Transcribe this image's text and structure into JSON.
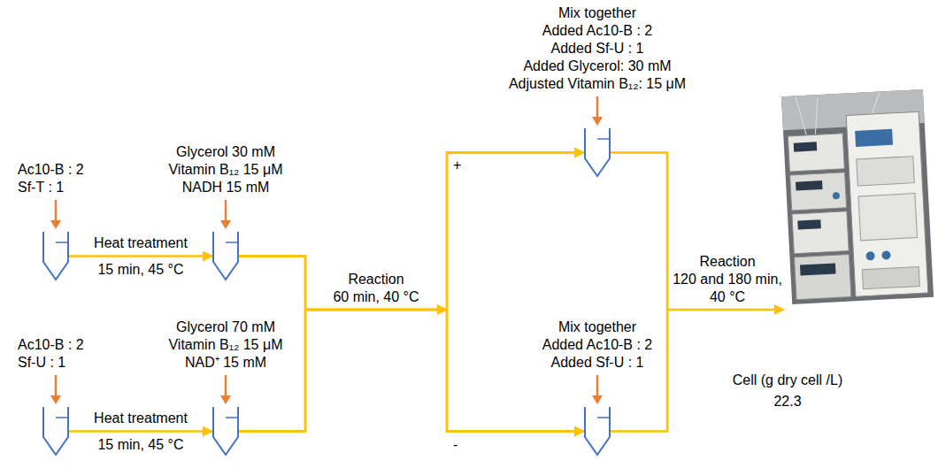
{
  "diagram": {
    "nodes": [
      {
        "text": [
          "Ac10-B : 2 Sf-T : 1"
        ]
      },
      {
        "text": [
          "Glycerol 30 mM Vitamin B₁₂ 15 μM NADH 15 mM"
        ]
      },
      {
        "text": [
          "Ac10-B : 2 Sf-U : 1"
        ]
      },
      {
        "text": [
          "Glycerol 70 mM Vitamin B₁₂ 15 μM NAD⁺ 15 mM"
        ]
      },
      {
        "text": [
          "Mix together Added Ac10-B : 2 Added Sf-U : 1 Added Glycerol: 30 mM Adjusted Vitamin B₁₂: 15 μM"
        ]
      },
      {
        "text": [
          "Mix together Added Ac10-B : 2 Added Sf-U : 1"
        ]
      }
    ],
    "edges": [
      {
        "from": 0,
        "to": 1,
        "arrow": "to",
        "label": "Heat treatment 15 min, 45 °C"
      },
      {
        "from": 2,
        "to": 3,
        "arrow": "to",
        "label": "Heat treatment 15 min, 45 °C"
      },
      {
        "from": 1,
        "to": 4,
        "arrow": "to",
        "label": "Reaction 60 min, 40 °C"
      },
      {
        "from": 1,
        "to": 5,
        "arrow": "to"
      },
      {
        "from": 3,
        "to": 4,
        "arrow": "to"
      },
      {
        "from": 3,
        "to": 5,
        "arrow": "to"
      }
    ],
    "labels": [
      "+",
      "-",
      "Reaction 120 and 180 min, 40 °C",
      "Cell (g dry cell /L)",
      "22.3"
    ]
  }
}
